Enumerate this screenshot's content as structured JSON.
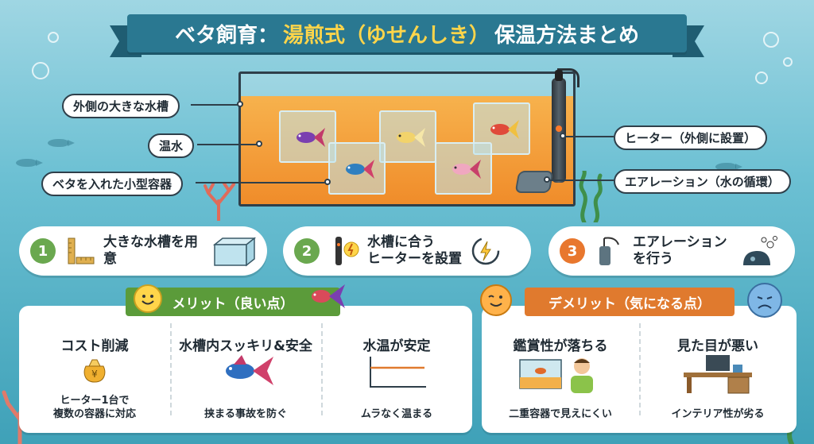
{
  "title": {
    "prefix": "ベタ飼育：",
    "highlight": "湯煎式（ゆせんしき）",
    "suffix": "保温方法まとめ"
  },
  "diagram_labels": {
    "outer_tank": "外側の大きな水槽",
    "warm_water": "温水",
    "small_containers": "ベタを入れた小型容器",
    "heater": "ヒーター（外側に設置）",
    "aeration": "エアレーション（水の循環）"
  },
  "steps": [
    {
      "number": "1",
      "label": "大きな水槽を用意",
      "color": "#6aa84f"
    },
    {
      "number": "2",
      "label_line1": "水槽に合う",
      "label_line2": "ヒーターを設置",
      "color": "#6aa84f"
    },
    {
      "number": "3",
      "label_line1": "エアレーション",
      "label_line2": "を行う",
      "color": "#e8772e"
    }
  ],
  "merits": {
    "heading": "メリット（良い点）",
    "color": "#5b9b3a",
    "items": [
      {
        "title": "コスト削減",
        "caption_line1": "ヒーター1台で",
        "caption_line2": "複数の容器に対応",
        "icon": "coin-purse-icon"
      },
      {
        "title": "水槽内スッキリ&安全",
        "caption_line1": "挟まる事故を防ぐ",
        "caption_line2": "",
        "icon": "betta-icon"
      },
      {
        "title": "水温が安定",
        "caption_line1": "ムラなく温まる",
        "caption_line2": "",
        "icon": "flat-graph-icon"
      }
    ]
  },
  "demerits": {
    "heading": "デメリット（気になる点）",
    "color": "#e07a2e",
    "items": [
      {
        "title": "鑑賞性が落ちる",
        "caption": "二重容器で見えにくい",
        "icon": "viewer-icon"
      },
      {
        "title": "見た目が悪い",
        "caption": "インテリア性が劣る",
        "icon": "desk-icon"
      }
    ]
  },
  "colors": {
    "ribbon": "#2a7891",
    "accent_yellow": "#ffd54a",
    "water": "#f08c2a"
  }
}
